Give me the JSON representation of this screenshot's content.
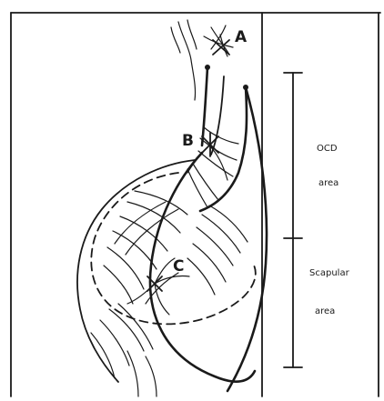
{
  "labels": {
    "a": "A",
    "b": "B",
    "c": "C"
  },
  "areas": {
    "ocd_line1": "OCD",
    "ocd_line2": "area",
    "scapular_line1": "Scapular",
    "scapular_line2": "area"
  },
  "colors": {
    "ink": "#1a1a1a",
    "paper": "#ffffff"
  }
}
